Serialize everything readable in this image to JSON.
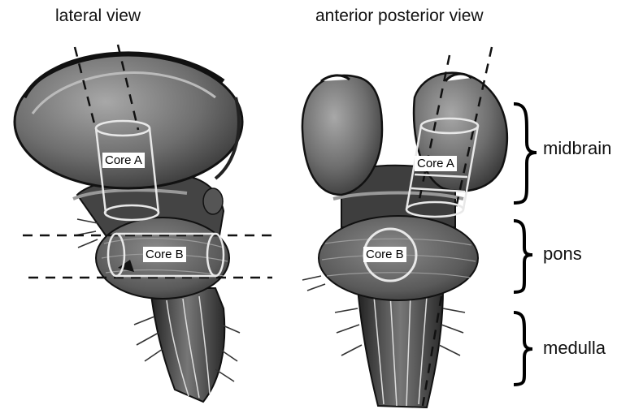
{
  "titles": {
    "lateral": "lateral view",
    "anterior_posterior": "anterior posterior view"
  },
  "regions": {
    "midbrain": "midbrain",
    "pons": "pons",
    "medulla": "medulla"
  },
  "cores": {
    "core_a": "Core A",
    "core_b": "Core B"
  },
  "colors": {
    "tissue_dark": "#3a3a3a",
    "tissue_mid": "#7a7a7a",
    "tissue_light": "#a8a8a8",
    "core_outline": "#e8e8e8",
    "background": "#ffffff"
  }
}
